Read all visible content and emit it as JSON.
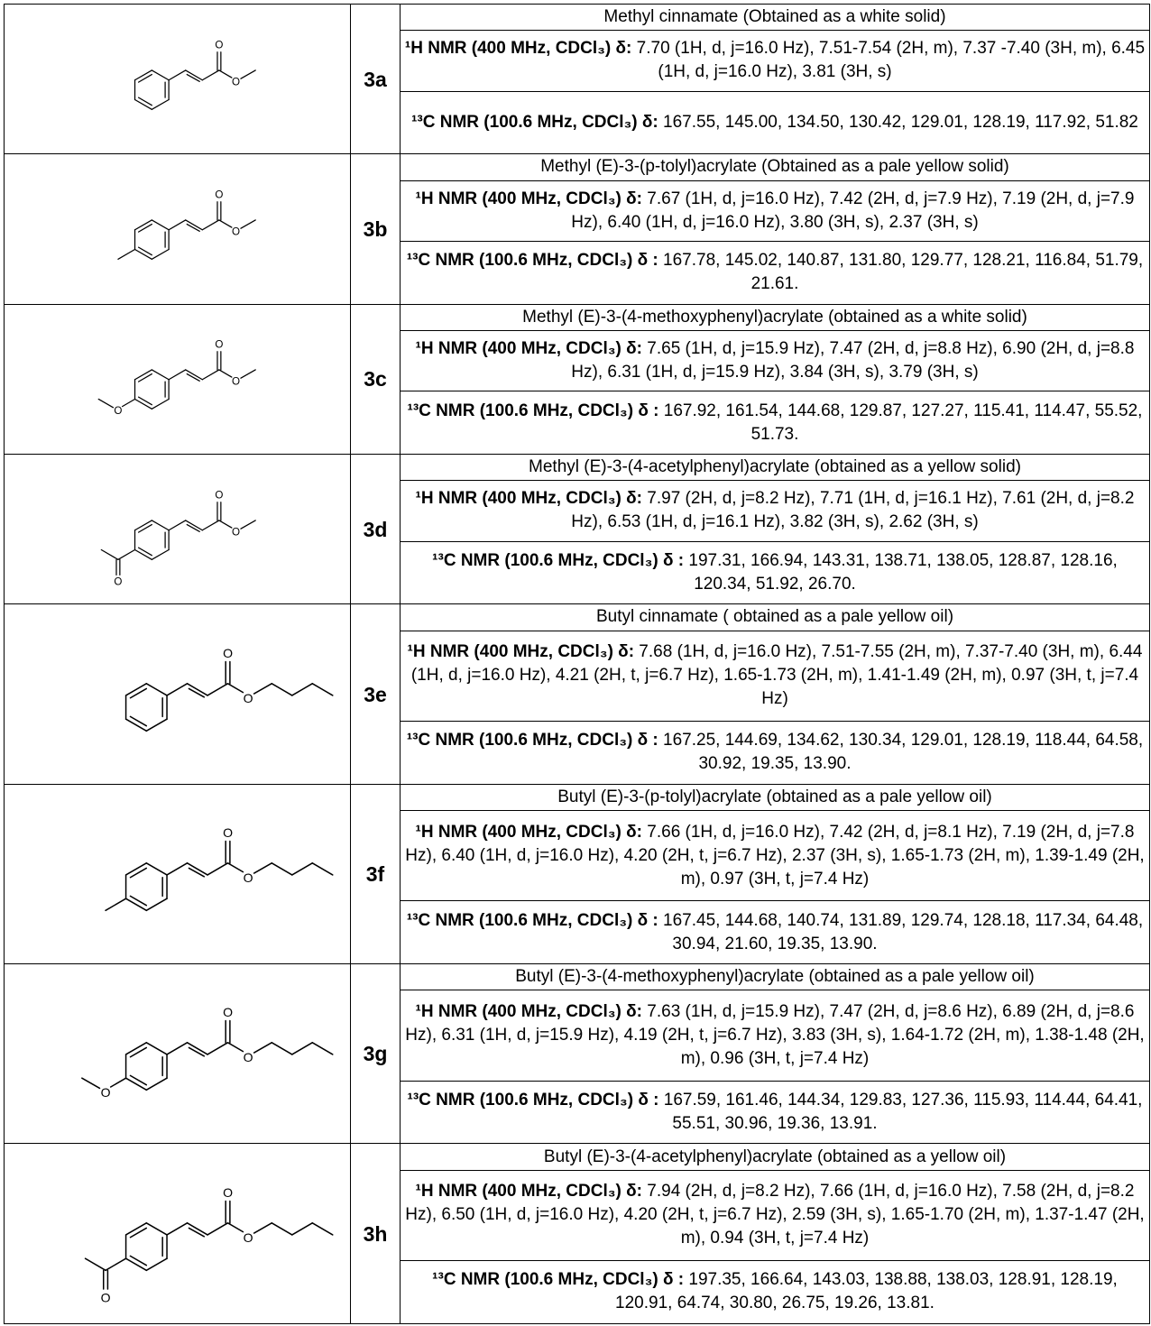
{
  "compounds": [
    {
      "code": "3a",
      "name": "Methyl cinnamate (Obtained as a white solid)",
      "h_label": "¹H NMR (400 MHz, CDCl₃) δ:",
      "h_text": " 7.70 (1H, d, j=16.0 Hz), 7.51-7.54 (2H, m), 7.37 -7.40 (3H, m), 6.45 (1H, d, j=16.0 Hz), 3.81 (3H, s)",
      "c_label": "¹³C NMR (100.6 MHz, CDCl₃) δ:",
      "c_text": " 167.55, 145.00, 134.50, 130.42, 129.01, 128.19, 117.92, 51.82",
      "structure": {
        "para": "none",
        "ester": "methyl"
      }
    },
    {
      "code": "3b",
      "name": "Methyl (E)-3-(p-tolyl)acrylate (Obtained as a pale yellow solid)",
      "h_label": "¹H NMR (400 MHz, CDCl₃) δ:",
      "h_text": " 7.67 (1H, d, j=16.0 Hz), 7.42 (2H, d, j=7.9 Hz), 7.19 (2H, d, j=7.9 Hz), 6.40 (1H, d, j=16.0 Hz), 3.80 (3H, s), 2.37 (3H, s)",
      "c_label": "¹³C NMR (100.6 MHz, CDCl₃) δ :",
      "c_text": " 167.78, 145.02, 140.87, 131.80, 129.77, 128.21, 116.84, 51.79, 21.61.",
      "structure": {
        "para": "methyl",
        "ester": "methyl"
      }
    },
    {
      "code": "3c",
      "name": "Methyl (E)-3-(4-methoxyphenyl)acrylate (obtained as a white solid)",
      "h_label": "¹H NMR (400 MHz, CDCl₃) δ:",
      "h_text": " 7.65 (1H, d, j=15.9 Hz), 7.47 (2H, d, j=8.8 Hz), 6.90 (2H, d, j=8.8 Hz), 6.31 (1H, d, j=15.9 Hz), 3.84 (3H, s), 3.79 (3H, s)",
      "c_label": "¹³C NMR (100.6 MHz, CDCl₃) δ :",
      "c_text": " 167.92, 161.54, 144.68, 129.87, 127.27, 115.41, 114.47, 55.52, 51.73.",
      "structure": {
        "para": "methoxy",
        "ester": "methyl"
      }
    },
    {
      "code": "3d",
      "name": "Methyl (E)-3-(4-acetylphenyl)acrylate (obtained as a yellow solid)",
      "h_label": "¹H NMR (400 MHz, CDCl₃) δ:",
      "h_text": " 7.97 (2H, d, j=8.2 Hz), 7.71 (1H, d, j=16.1 Hz), 7.61 (2H, d, j=8.2 Hz), 6.53 (1H, d, j=16.1 Hz), 3.82 (3H, s), 2.62 (3H, s)",
      "c_label": "¹³C NMR (100.6 MHz, CDCl₃) δ :",
      "c_text": " 197.31, 166.94, 143.31, 138.71, 138.05, 128.87, 128.16, 120.34, 51.92, 26.70.",
      "structure": {
        "para": "acetyl",
        "ester": "methyl"
      }
    },
    {
      "code": "3e",
      "name": "Butyl cinnamate ( obtained as a pale yellow oil)",
      "h_label": "¹H NMR (400 MHz, CDCl₃) δ:",
      "h_text": " 7.68 (1H, d, j=16.0 Hz), 7.51-7.55 (2H, m), 7.37-7.40 (3H, m), 6.44 (1H, d, j=16.0 Hz), 4.21 (2H, t, j=6.7 Hz), 1.65-1.73 (2H, m), 1.41-1.49 (2H, m), 0.97 (3H, t, j=7.4 Hz)",
      "c_label": "¹³C NMR (100.6 MHz, CDCl₃) δ :",
      "c_text": " 167.25, 144.69, 134.62, 130.34, 129.01, 128.19, 118.44, 64.58, 30.92, 19.35, 13.90.",
      "structure": {
        "para": "none",
        "ester": "butyl"
      }
    },
    {
      "code": "3f",
      "name": "Butyl (E)-3-(p-tolyl)acrylate (obtained as a pale yellow oil)",
      "h_label": "¹H NMR (400 MHz, CDCl₃) δ:",
      "h_text": " 7.66 (1H, d, j=16.0 Hz), 7.42 (2H, d, j=8.1 Hz), 7.19 (2H, d, j=7.8 Hz), 6.40 (1H, d, j=16.0 Hz), 4.20 (2H, t, j=6.7 Hz), 2.37 (3H, s), 1.65-1.73 (2H, m), 1.39-1.49 (2H, m), 0.97 (3H, t, j=7.4 Hz)",
      "c_label": "¹³C NMR (100.6 MHz, CDCl₃) δ :",
      "c_text": " 167.45, 144.68, 140.74, 131.89, 129.74, 128.18, 117.34, 64.48, 30.94, 21.60, 19.35, 13.90.",
      "structure": {
        "para": "methyl",
        "ester": "butyl"
      }
    },
    {
      "code": "3g",
      "name": "Butyl (E)-3-(4-methoxyphenyl)acrylate (obtained as a pale yellow oil)",
      "h_label": "¹H NMR (400 MHz, CDCl₃) δ:",
      "h_text": " 7.63 (1H, d, j=15.9 Hz), 7.47 (2H, d, j=8.6 Hz), 6.89 (2H, d, j=8.6 Hz), 6.31 (1H, d, j=15.9 Hz), 4.19 (2H, t, j=6.7 Hz), 3.83 (3H, s), 1.64-1.72 (2H, m), 1.38-1.48 (2H, m), 0.96 (3H, t, j=7.4 Hz)",
      "c_label": "¹³C NMR (100.6 MHz, CDCl₃) δ :",
      "c_text": " 167.59, 161.46, 144.34, 129.83, 127.36, 115.93, 114.44, 64.41, 55.51, 30.96, 19.36, 13.91.",
      "structure": {
        "para": "methoxy",
        "ester": "butyl"
      }
    },
    {
      "code": "3h",
      "name": "Butyl (E)-3-(4-acetylphenyl)acrylate (obtained as a yellow oil)",
      "h_label": "¹H NMR (400 MHz, CDCl₃) δ:",
      "h_text": " 7.94 (2H, d, j=8.2 Hz), 7.66 (1H, d, j=16.0 Hz), 7.58 (2H, d, j=8.2 Hz), 6.50 (1H, d, j=16.0 Hz), 4.20 (2H, t, j=6.7 Hz), 2.59 (3H, s), 1.65-1.70 (2H, m), 1.37-1.47 (2H, m), 0.94 (3H, t, j=7.4 Hz)",
      "c_label": "¹³C NMR (100.6 MHz, CDCl₃) δ :",
      "c_text": " 197.35, 166.64, 143.03, 138.88, 138.03, 128.91, 128.19, 120.91, 64.74, 30.80, 26.75, 19.26, 13.81.",
      "structure": {
        "para": "acetyl",
        "ester": "butyl"
      }
    }
  ],
  "atom_labels": {
    "oxygen": "O"
  }
}
